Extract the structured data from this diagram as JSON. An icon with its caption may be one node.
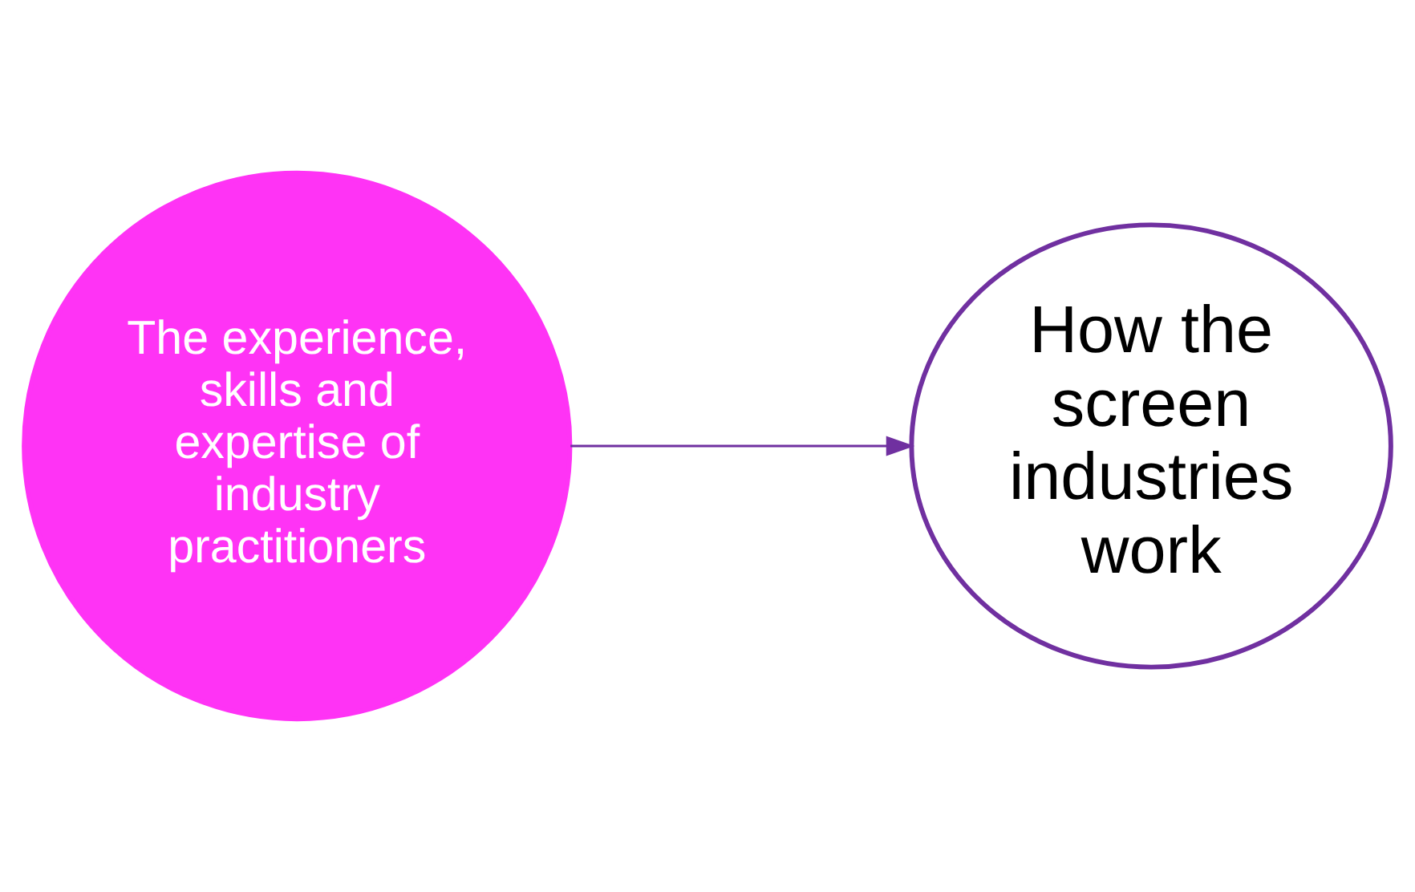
{
  "diagram": {
    "nodes": [
      {
        "text": [
          "The experience, skills and expertise of industry practitioners"
        ]
      },
      {
        "text": [
          "How the screen industries work"
        ]
      }
    ],
    "edges": [
      {
        "from": 0,
        "to": 1,
        "arrow": "to",
        "color": "#7030a0"
      }
    ]
  }
}
